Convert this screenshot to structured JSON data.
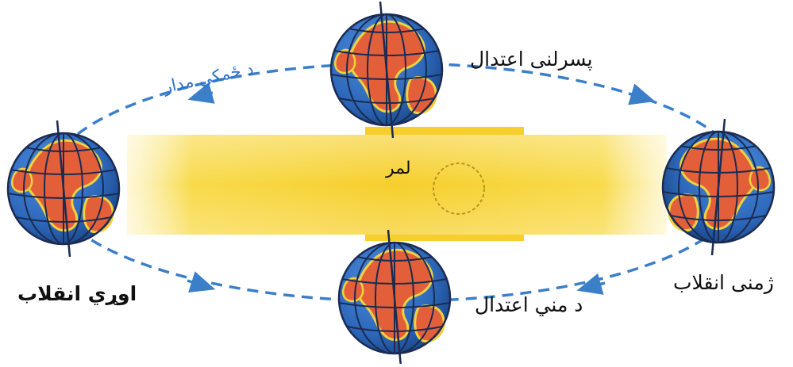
{
  "labels": {
    "orbit": "د ځمکي مدار",
    "sun": "لمر",
    "spring_equinox": "پسرلنی اعتدال",
    "winter_solstice": "ژمنی انقلاب",
    "summer_solstice": "اوړي انقلاب",
    "autumn_equinox": "د مني اعتدال"
  },
  "colors": {
    "ocean": "#2e6fc0",
    "land": "#e35f3a",
    "land_edge": "#f0d23c",
    "sun": "#f7d43a",
    "orbit": "#3b7fc9",
    "grid": "#1b2b52"
  },
  "globes": [
    {
      "name": "globe-top"
    },
    {
      "name": "globe-left"
    },
    {
      "name": "globe-right"
    },
    {
      "name": "globe-bottom"
    }
  ]
}
